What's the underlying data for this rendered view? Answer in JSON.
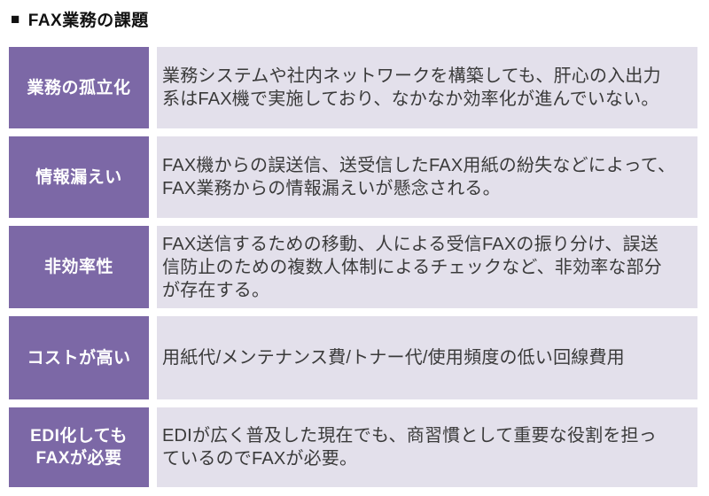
{
  "page": {
    "title_bullet": "■",
    "title": "FAX業務の課題"
  },
  "table": {
    "rows": [
      {
        "label": "業務の孤立化",
        "description": "業務システムや社内ネットワークを構築しても、肝心の入出力\n系はFAX機で実施しており、なかなか効率化が進んでいない。"
      },
      {
        "label": "情報漏えい",
        "description": "FAX機からの誤送信、送受信したFAX用紙の紛失などによって、\nFAX業務からの情報漏えいが懸念される。"
      },
      {
        "label": "非効率性",
        "description": "FAX送信するための移動、人による受信FAXの振り分け、誤送\n信防止のための複数人体制によるチェックなど、非効率な部分\nが存在する。"
      },
      {
        "label": "コストが高い",
        "description": "用紙代/メンテナンス費/トナー代/使用頻度の低い回線費用"
      },
      {
        "label": "EDI化しても\nFAXが必要",
        "description": "EDIが広く普及した現在でも、商習慣として重要な役割を担っ\nているのでFAXが必要。"
      }
    ]
  },
  "colors": {
    "label_background": "#7C68A6",
    "label_text": "#FFFFFF",
    "description_background": "#E3E0EB",
    "description_text": "#3A3A3A",
    "title_text": "#111111",
    "page_background": "#FFFFFF"
  }
}
